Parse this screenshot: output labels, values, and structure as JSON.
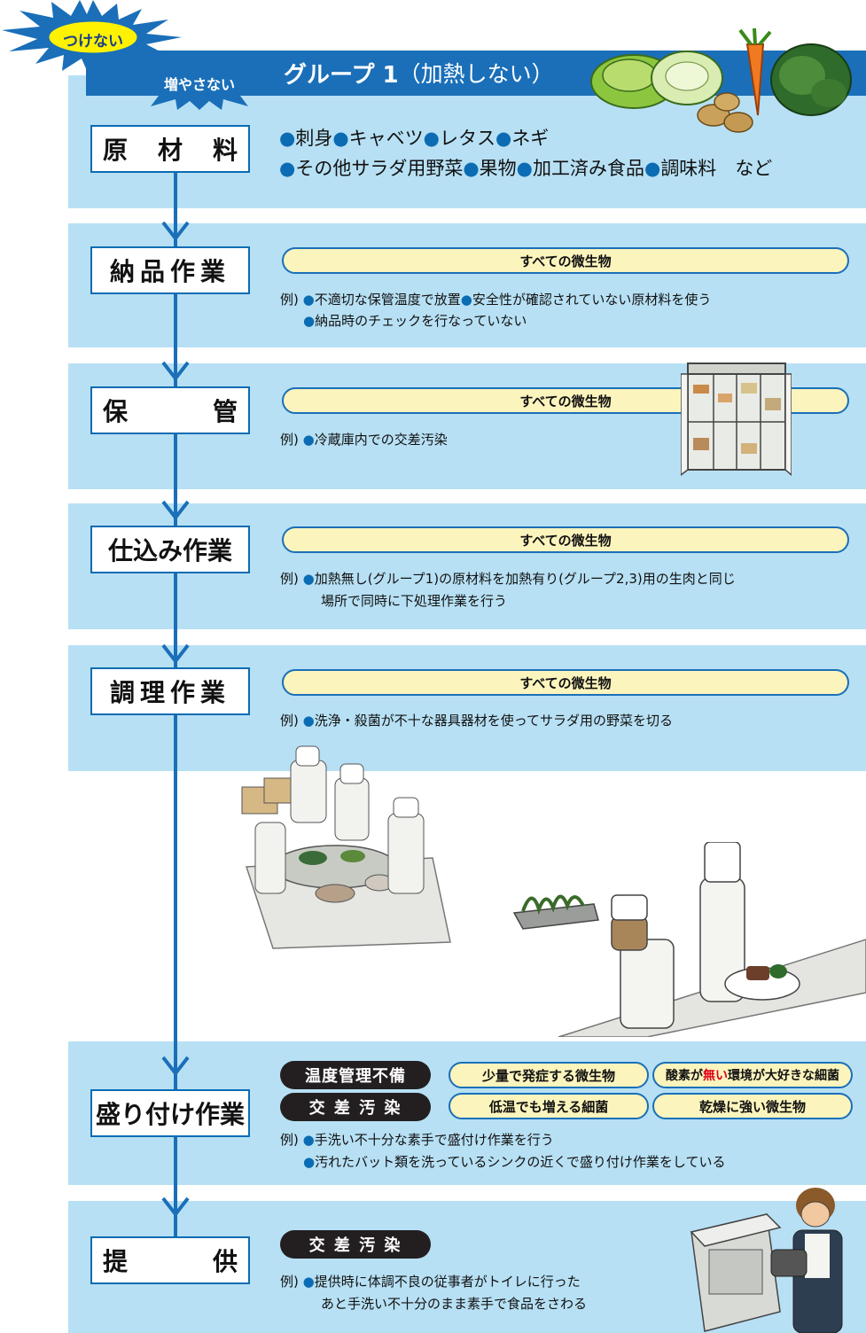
{
  "badges": {
    "tsukenai": "つけない",
    "fuyasanai": "増やさない"
  },
  "header": {
    "group_label": "グループ 1",
    "group_sub": "（加熱しない）"
  },
  "stages": {
    "genzairyo": {
      "chars": [
        "原",
        "材",
        "料"
      ]
    },
    "nouhin": {
      "label": "納品作業"
    },
    "hokan": {
      "chars": [
        "保",
        "管"
      ]
    },
    "shikomi": {
      "label": "仕込み作業"
    },
    "chouri": {
      "label": "調理作業"
    },
    "moritsuke": {
      "label": "盛り付け作業"
    },
    "teikyou": {
      "chars": [
        "提",
        "供"
      ]
    }
  },
  "ingredients": {
    "line1": [
      "刺身",
      "キャベツ",
      "レタス",
      "ネギ"
    ],
    "line2": [
      "その他サラダ用野菜",
      "果物",
      "加工済み食品",
      "調味料"
    ],
    "line2_tail": "など"
  },
  "microbe_all": "すべての微生物",
  "example_prefix": "例)",
  "examples": {
    "nouhin": [
      "不適切な保管温度で放置",
      "安全性が確認されていない原材料を使う",
      "納品時のチェックを行なっていない"
    ],
    "hokan": [
      "冷蔵庫内での交差汚染"
    ],
    "shikomi": [
      "加熱無し(グループ1)の原材料を加熱有り(グループ2,3)用の生肉と同じ",
      "場所で同時に下処理作業を行う"
    ],
    "chouri": [
      "洗浄・殺菌が不十な器具器材を使ってサラダ用の野菜を切る"
    ],
    "moritsuke": [
      "手洗い不十分な素手で盛付け作業を行う",
      "汚れたバット類を洗っているシンクの近くで盛り付け作業をしている"
    ],
    "teikyou": [
      "提供時に体調不良の従事者がトイレに行った",
      "あと手洗い不十分のまま素手で食品をさわる"
    ]
  },
  "hazards": {
    "temp": "温度管理不備",
    "cross": "交 差 汚 染",
    "small_dose": "少量で発症する微生物",
    "cold_growth": "低温でも増える細菌",
    "anaerobic_pre": "酸素が",
    "anaerobic_red": "無い",
    "anaerobic_post": "環境が大好きな細菌",
    "dry": "乾燥に強い微生物"
  },
  "colors": {
    "band": "#b7e0f4",
    "header": "#1a6fb8",
    "line": "#1a6fb8",
    "pill": "#fbf4bd",
    "dark": "#231f20",
    "accent_red": "#e0001a"
  }
}
